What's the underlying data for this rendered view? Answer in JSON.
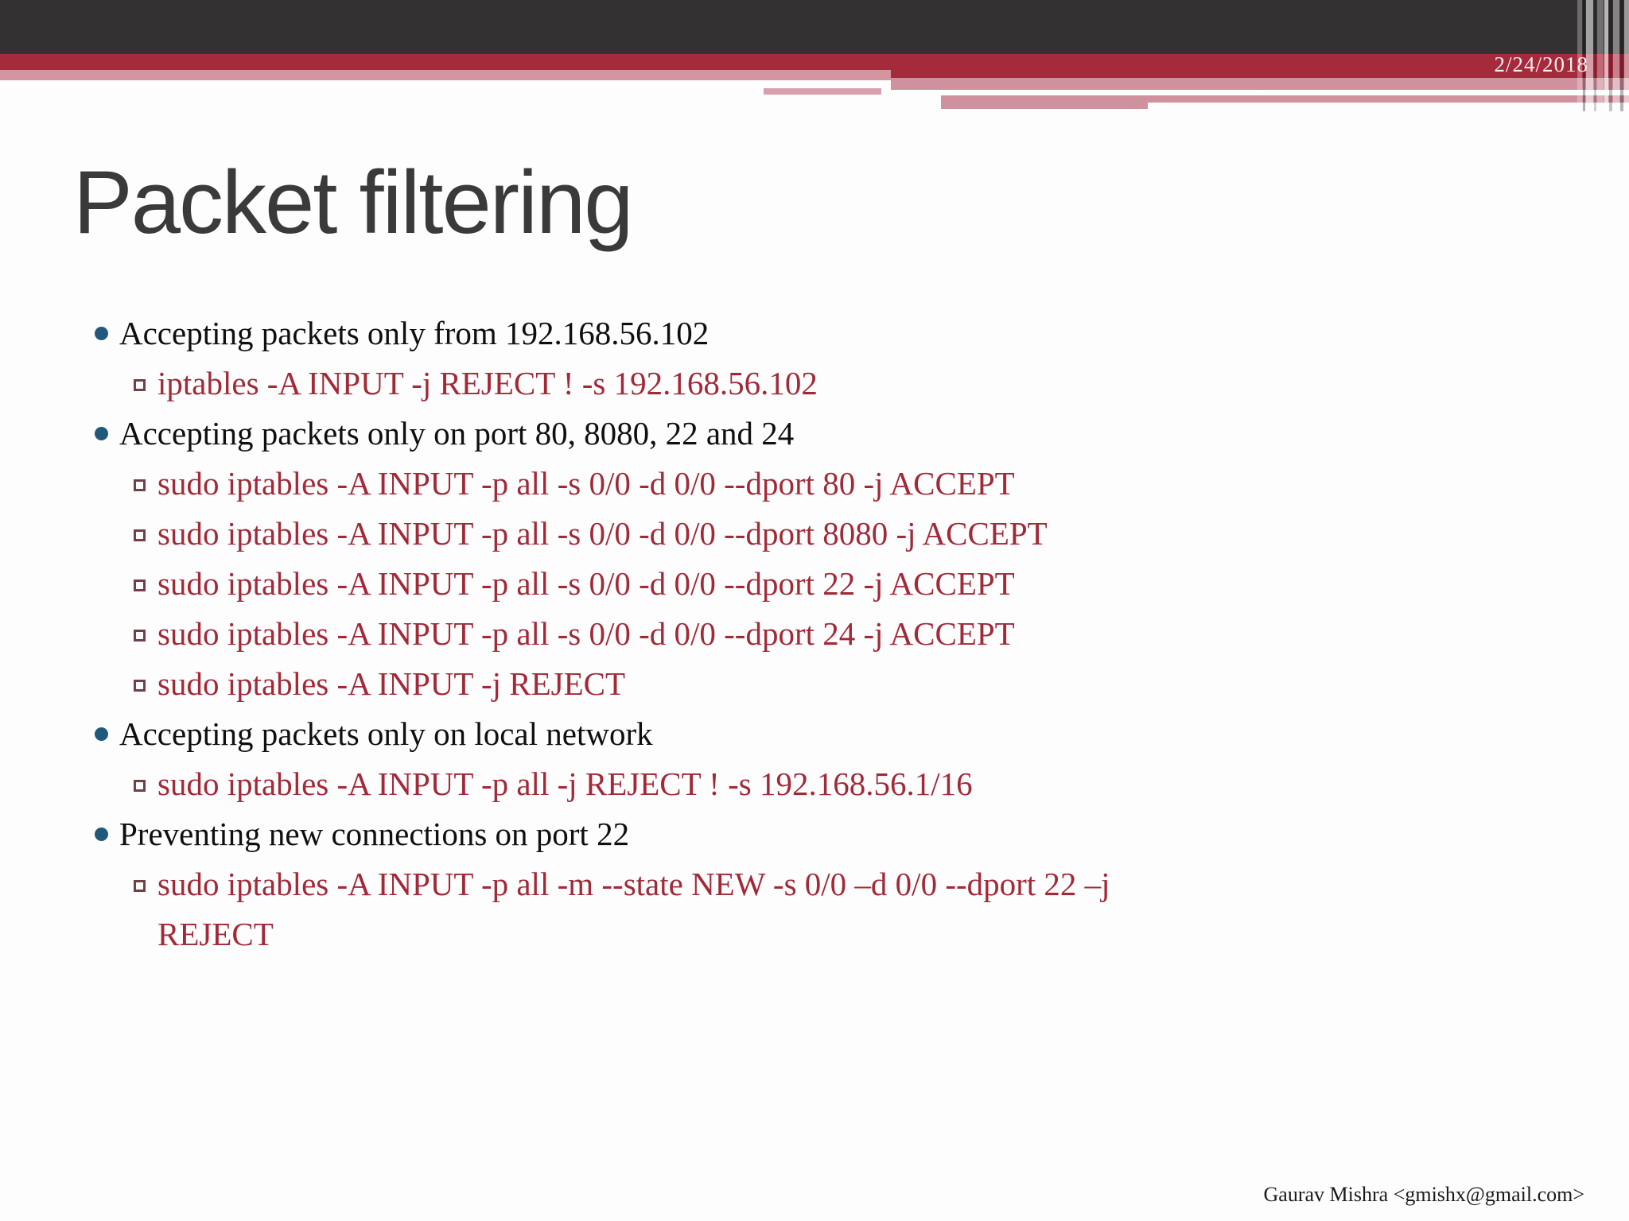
{
  "header": {
    "date": "2/24/2018"
  },
  "slide": {
    "title": "Packet filtering"
  },
  "bullets": [
    {
      "level": 1,
      "text": "Accepting packets only from 192.168.56.102"
    },
    {
      "level": 2,
      "text": "iptables -A INPUT -j REJECT ! -s 192.168.56.102"
    },
    {
      "level": 1,
      "text": "Accepting packets only on port 80, 8080, 22 and 24"
    },
    {
      "level": 2,
      "text": "sudo iptables -A INPUT -p all -s 0/0 -d 0/0 --dport 80 -j ACCEPT"
    },
    {
      "level": 2,
      "text": "sudo iptables -A INPUT -p all -s 0/0 -d 0/0 --dport 8080 -j ACCEPT"
    },
    {
      "level": 2,
      "text": "sudo iptables -A INPUT -p all -s 0/0 -d 0/0 --dport 22 -j ACCEPT"
    },
    {
      "level": 2,
      "text": "sudo iptables -A INPUT -p all -s 0/0 -d 0/0 --dport 24 -j ACCEPT"
    },
    {
      "level": 2,
      "text": "sudo iptables -A INPUT -j REJECT"
    },
    {
      "level": 1,
      "text": "Accepting packets only on local network"
    },
    {
      "level": 2,
      "text": "sudo iptables -A INPUT -p all -j REJECT ! -s 192.168.56.1/16"
    },
    {
      "level": 1,
      "text": "Preventing new connections on port 22"
    },
    {
      "level": 2,
      "text": "sudo iptables -A INPUT -p all -m --state NEW -s 0/0 –d 0/0 --dport 22 –j REJECT"
    }
  ],
  "footer": {
    "author": "Gaurav Mishra <gmishx@gmail.com>"
  },
  "colors": {
    "header_bar": "#343132",
    "accent_maroon": "#a42a3c",
    "accent_pink": "#d494a0",
    "command_text": "#a12a38",
    "body_text": "#0f0f0f",
    "bullet_dot": "#20597a",
    "title_text": "#3a3a3a",
    "date_text": "#f8f0f1"
  }
}
